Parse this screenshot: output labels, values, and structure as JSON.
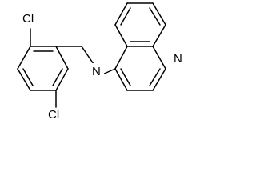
{
  "molecule": {
    "atom_labels": {
      "cl_top": "Cl",
      "cl_bottom": "Cl",
      "nh": "N",
      "n_ring": "N"
    }
  },
  "colors": {
    "bond": "#000000",
    "label": "#000000",
    "background": "#ffffff"
  }
}
